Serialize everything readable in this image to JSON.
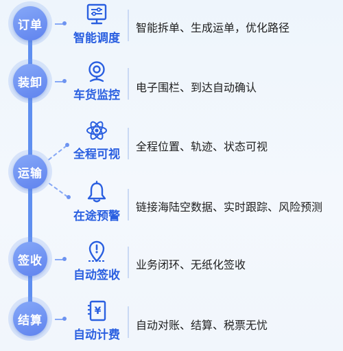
{
  "theme": {
    "accent": "#2a5fe0",
    "node_fill": "#6d8ff3",
    "spine": "#5f8ff0",
    "background": "#eef5fc"
  },
  "stages": [
    {
      "label": "订单"
    },
    {
      "label": "装卸"
    },
    {
      "label": "运输"
    },
    {
      "label": "签收"
    },
    {
      "label": "结算"
    }
  ],
  "features": [
    {
      "title": "智能调度",
      "desc": "智能拆单、生成运单，优化路径",
      "icon": "monitor-dashboard-icon"
    },
    {
      "title": "车货监控",
      "desc": "电子围栏、到达自动确认",
      "icon": "camera-icon"
    },
    {
      "title": "全程可视",
      "desc": "全程位置、轨迹、状态可视",
      "icon": "atom-icon"
    },
    {
      "title": "在途预警",
      "desc": "链接海陆空数据、实时跟踪、风险预测",
      "icon": "bell-icon"
    },
    {
      "title": "自动签收",
      "desc": "业务闭环、无纸化签收",
      "icon": "location-pin-icon"
    },
    {
      "title": "自动计费",
      "desc": "自动对账、结算、税票无忧",
      "icon": "billing-yen-icon"
    }
  ]
}
